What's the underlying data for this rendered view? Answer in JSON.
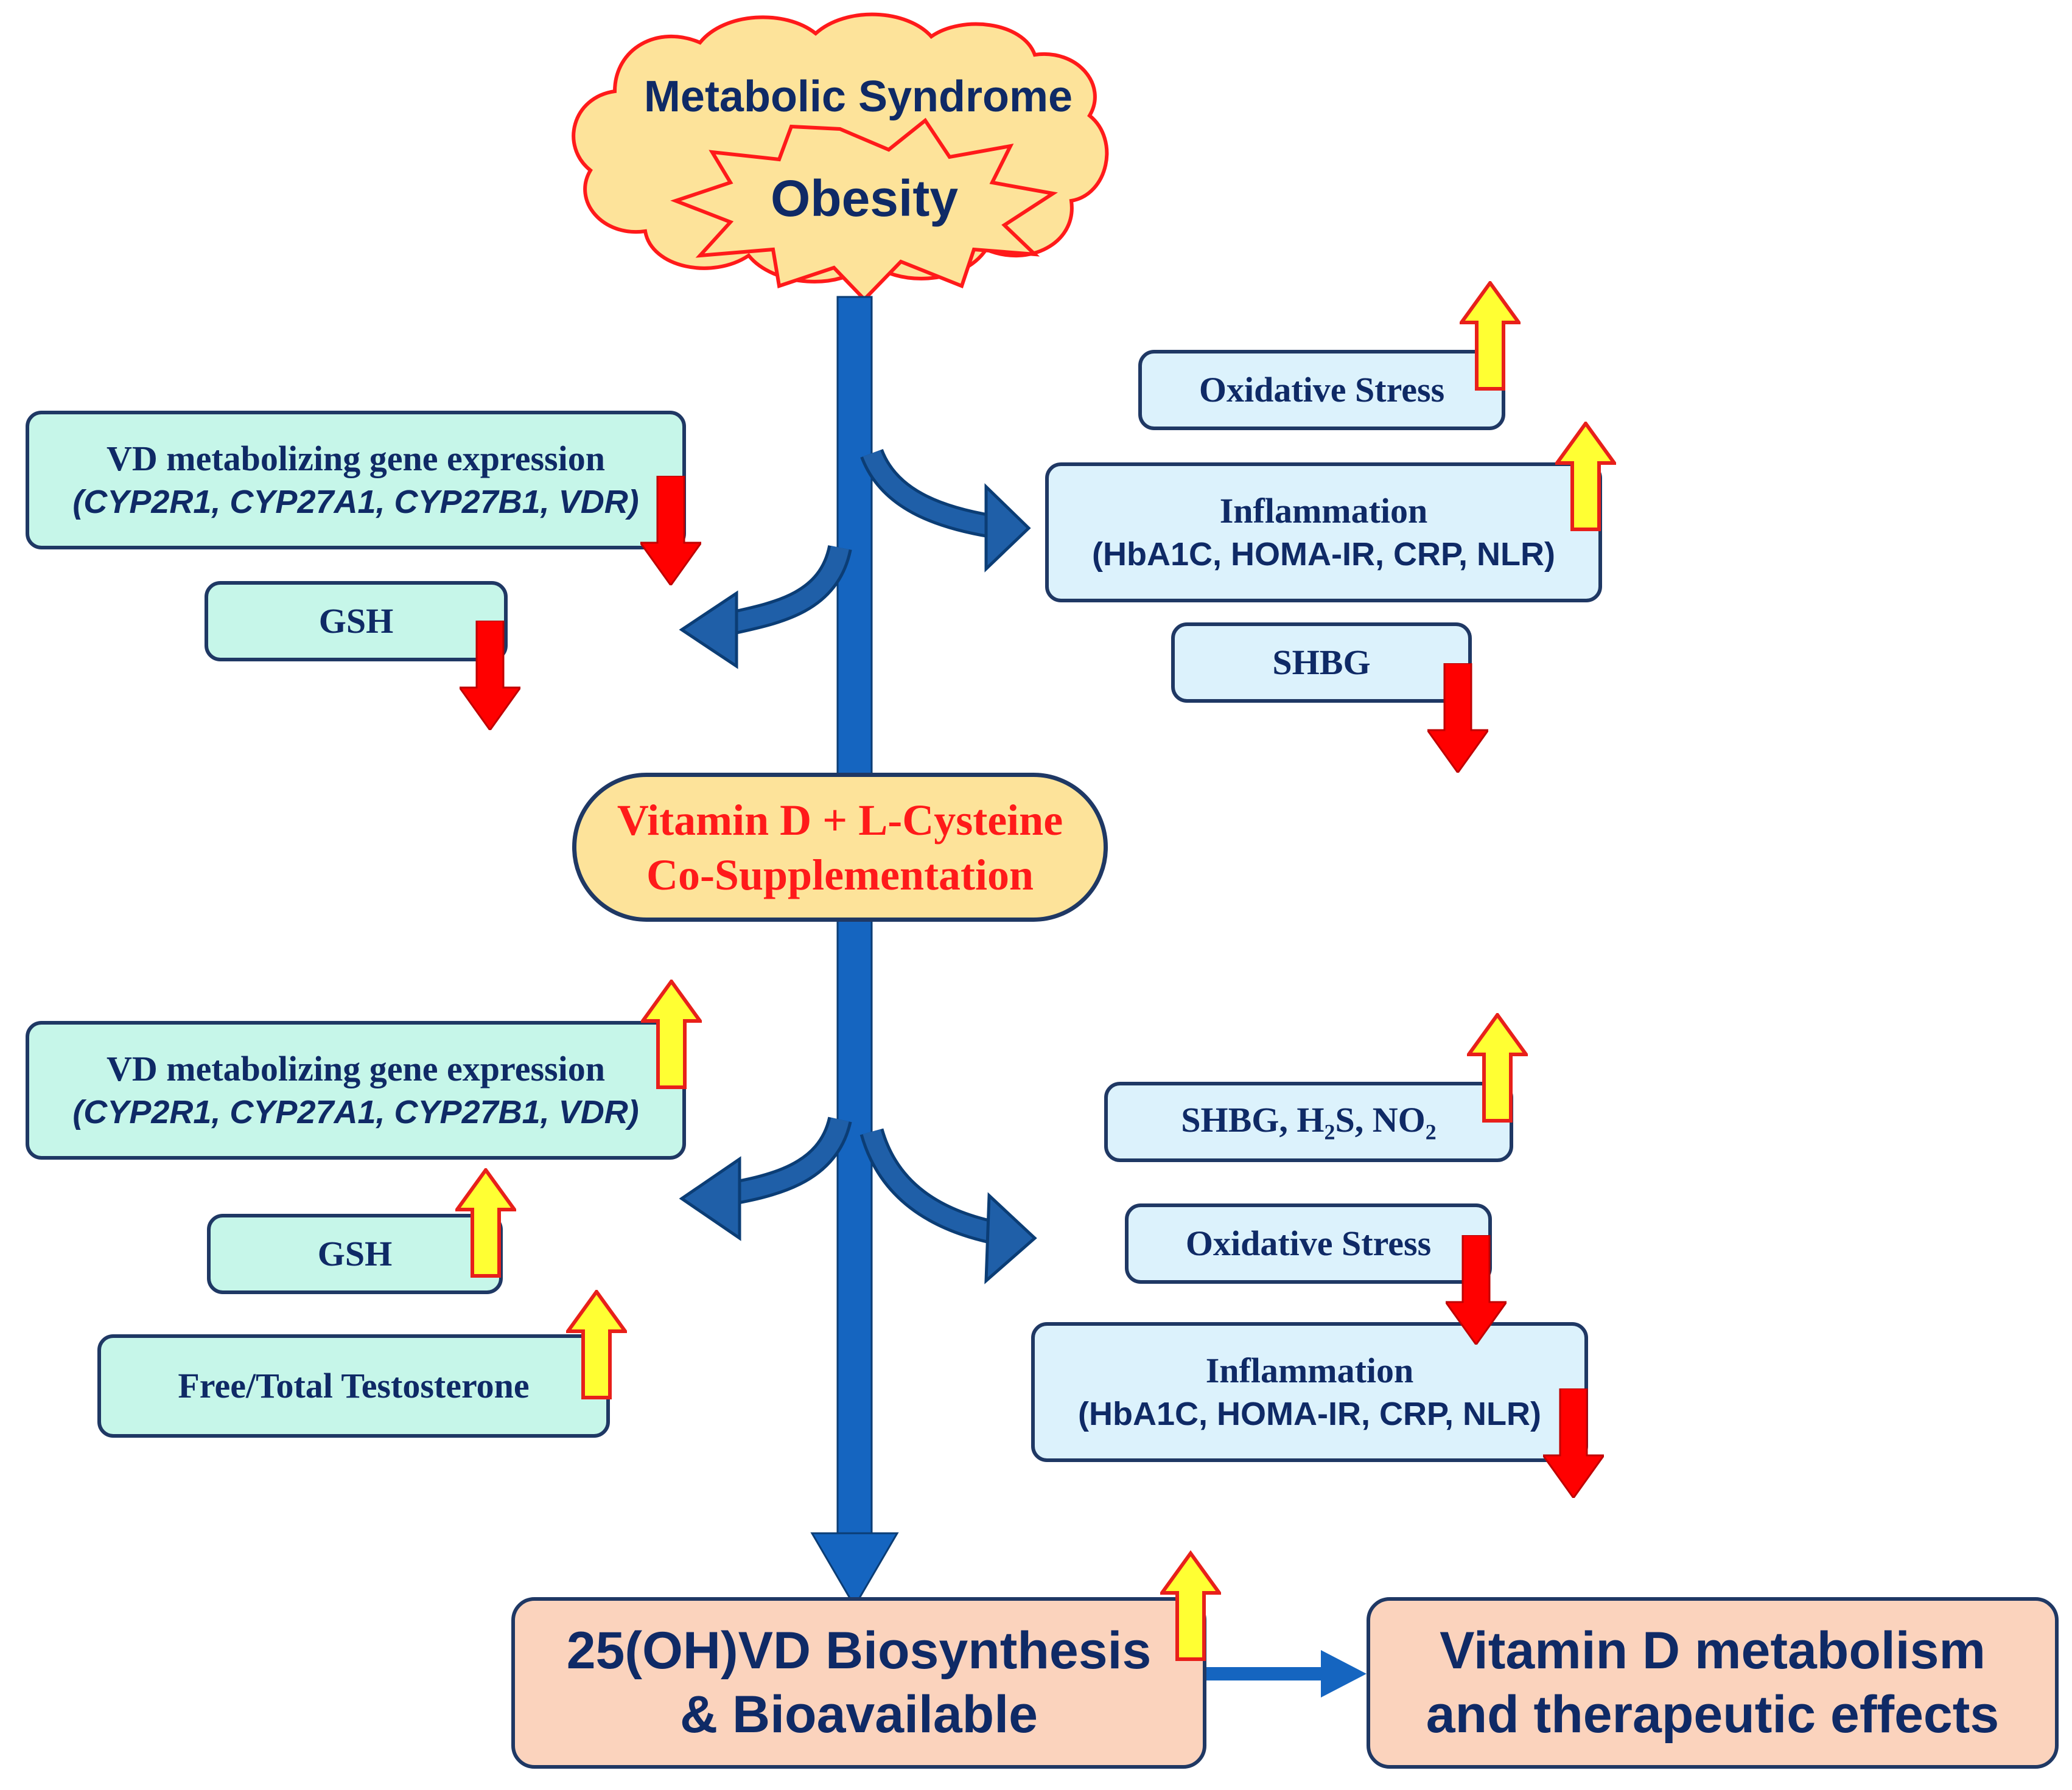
{
  "top": {
    "cloud_label": "Metabolic Syndrome",
    "burst_label": "Obesity"
  },
  "before": {
    "left": {
      "gene_box": {
        "title": "VD metabolizing gene expression",
        "genes": "(CYP2R1, CYP27A1, CYP27B1, VDR)",
        "trend": "down"
      },
      "gsh_box": {
        "label": "GSH",
        "trend": "down"
      }
    },
    "right": {
      "oxidative_box": {
        "label": "Oxidative Stress",
        "trend": "up"
      },
      "inflammation_box": {
        "title": "Inflammation",
        "markers": "(HbA1C, HOMA-IR, CRP, NLR)",
        "trend": "up"
      },
      "shbg_box": {
        "label": "SHBG",
        "trend": "down"
      }
    }
  },
  "intervention": {
    "line1": "Vitamin D + L-Cysteine",
    "line2": "Co-Supplementation"
  },
  "after": {
    "left": {
      "gene_box": {
        "title": "VD metabolizing gene expression",
        "genes": "(CYP2R1, CYP27A1, CYP27B1, VDR)",
        "trend": "up"
      },
      "gsh_box": {
        "label": "GSH",
        "trend": "up"
      },
      "testosterone_box": {
        "label": "Free/Total Testosterone",
        "trend": "up"
      }
    },
    "right": {
      "shbg_box": {
        "label_parts": [
          "SHBG, H",
          "2",
          "S, NO",
          "2"
        ],
        "trend": "up"
      },
      "oxidative_box": {
        "label": "Oxidative Stress",
        "trend": "down"
      },
      "inflammation_box": {
        "title": "Inflammation",
        "markers": "(HbA1C, HOMA-IR, CRP, NLR)",
        "trend": "down"
      }
    }
  },
  "outcome": {
    "biosynthesis": {
      "line1": "25(OH)VD Biosynthesis",
      "line2": "& Bioavailable",
      "trend": "up"
    },
    "effects": {
      "line1": "Vitamin D metabolism",
      "line2": "and therapeutic effects"
    }
  },
  "colors": {
    "main_arrow": "#1565c0",
    "curved_arrow": "#1f5fa8",
    "down_arrow": "#ff0000",
    "up_arrow_fill": "#ffff33",
    "up_arrow_outline": "#e8201a",
    "cloud_fill": "#fde39a",
    "box_border": "#1f3864",
    "text": "#0f2a66"
  }
}
